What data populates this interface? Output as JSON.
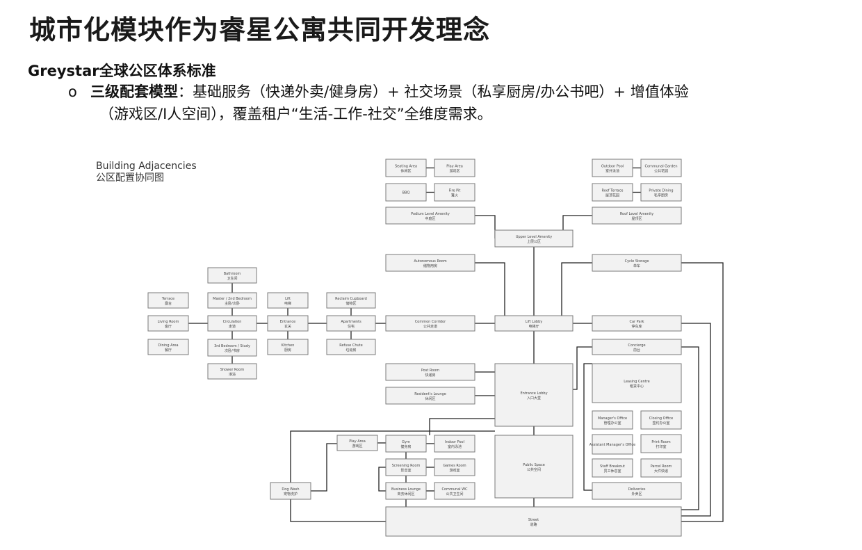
{
  "slide": {
    "title": "城市化模块作为睿星公寓共同开发理念",
    "subtitle": "Greystar全球公区体系标准",
    "bullet_marker": "o",
    "bullet_bold": "三级配套模型",
    "bullet_line1_rest": "：基础服务（快递外卖/健身房）+ 社交场景（私享厨房/办公书吧）+ 增值体验",
    "bullet_line2": "（游戏区/I人空间），覆盖租户“生活-工作-社交”全维度需求。"
  },
  "diagram": {
    "heading_en": "Building Adjacencies",
    "heading_cn": "公区配置协同图",
    "nodes": {
      "seating": {
        "en": "Seating Area",
        "cn": "休闲区"
      },
      "play_top": {
        "en": "Play Area",
        "cn": "游戏区"
      },
      "bbq": {
        "en": "BBQ",
        "cn": ""
      },
      "fire_pit": {
        "en": "Fire Pit",
        "cn": "篝火"
      },
      "podium": {
        "en": "Podium Level Amenity",
        "cn": "中庭区"
      },
      "outdoor_pool": {
        "en": "Outdoor Pool",
        "cn": "室外泳池"
      },
      "communal_garden": {
        "en": "Communal Garden",
        "cn": "公共花园"
      },
      "roof_terrace": {
        "en": "Roof Terrace",
        "cn": "屋顶花园"
      },
      "private_dining": {
        "en": "Private Dining",
        "cn": "私享厨房"
      },
      "roof_amenity": {
        "en": "Roof Level Amenity",
        "cn": "屋顶区"
      },
      "upper_amenity": {
        "en": "Upper Level Amenity",
        "cn": "上层公区"
      },
      "bathroom": {
        "en": "Bathroom",
        "cn": "卫生间"
      },
      "terrace": {
        "en": "Terrace",
        "cn": "露台"
      },
      "master_bed": {
        "en": "Master / 2nd Bedroom",
        "cn": "主卧/次卧"
      },
      "lift_apt": {
        "en": "Lift",
        "cn": "电梯"
      },
      "reclaim": {
        "en": "Reclaim Cupboard",
        "cn": "储物区"
      },
      "living": {
        "en": "Living Room",
        "cn": "客厅"
      },
      "circulation": {
        "en": "Circulation",
        "cn": "走道"
      },
      "entrance_apt": {
        "en": "Entrance",
        "cn": "玄关"
      },
      "apartments": {
        "en": "Apartments",
        "cn": "住宅"
      },
      "dining": {
        "en": "Dining Area",
        "cn": "餐厅"
      },
      "bedroom_study": {
        "en": "3rd Bedroom / Study",
        "cn": "次卧/书房"
      },
      "kitchen": {
        "en": "Kitchen",
        "cn": "厨房"
      },
      "refuse": {
        "en": "Refuse Chute",
        "cn": "垃圾房"
      },
      "shower": {
        "en": "Shower Room",
        "cn": "淋浴"
      },
      "autonomous": {
        "en": "Autonomous Room",
        "cn": "储物用房"
      },
      "corridor": {
        "en": "Common Corridor",
        "cn": "公共走道"
      },
      "lift_lobby": {
        "en": "Lift Lobby",
        "cn": "电梯厅"
      },
      "cycle": {
        "en": "Cycle Storage",
        "cn": "单车"
      },
      "car_park": {
        "en": "Car Park",
        "cn": "停车库"
      },
      "concierge": {
        "en": "Concierge",
        "cn": "前台"
      },
      "post": {
        "en": "Post Room",
        "cn": "快递房"
      },
      "residents_lounge": {
        "en": "Resident's Lounge",
        "cn": "休闲区"
      },
      "entrance_lobby": {
        "en": "Entrance Lobby",
        "cn": "入口大堂"
      },
      "leasing": {
        "en": "Leasing Centre",
        "cn": "租赁中心"
      },
      "managers_office": {
        "en": "Manager's Office",
        "cn": "管理办公室"
      },
      "closing_office": {
        "en": "Closing Office",
        "cn": "签约办公室"
      },
      "asst_manager": {
        "en": "Assistant Manager's Office",
        "cn": ""
      },
      "print": {
        "en": "Print Room",
        "cn": "打印室"
      },
      "staff_break": {
        "en": "Staff Breakout",
        "cn": "员工休息室"
      },
      "parcel": {
        "en": "Parcel Room",
        "cn": "大件快递"
      },
      "play_low": {
        "en": "Play Area",
        "cn": "游戏区"
      },
      "gym": {
        "en": "Gym",
        "cn": "健身房"
      },
      "indoor_pool": {
        "en": "Indoor Pool",
        "cn": "室内泳池"
      },
      "screening": {
        "en": "Screening Room",
        "cn": "影音室"
      },
      "games_room": {
        "en": "Games Room",
        "cn": "游戏室"
      },
      "public_space": {
        "en": "Public Space",
        "cn": "公共空间"
      },
      "dog_wash": {
        "en": "Dog Wash",
        "cn": "宠物洗护"
      },
      "business_lounge": {
        "en": "Business Lounge",
        "cn": "商务休闲区"
      },
      "communal_wc": {
        "en": "Communal WC",
        "cn": "公共卫生间"
      },
      "deliveries": {
        "en": "Deliveries",
        "cn": "外卖区"
      },
      "street": {
        "en": "Street",
        "cn": "道路"
      }
    }
  }
}
